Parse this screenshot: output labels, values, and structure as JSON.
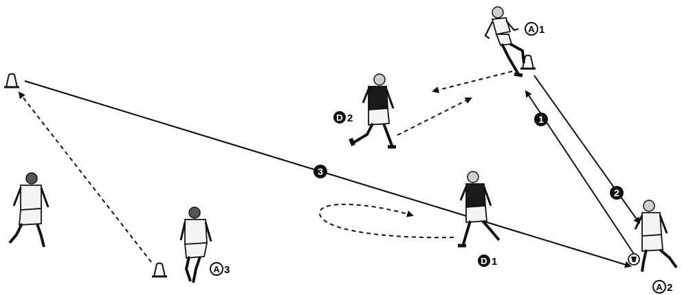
{
  "players": {
    "a1": {
      "letter": "A",
      "number": "1"
    },
    "a2": {
      "letter": "A",
      "number": "2"
    },
    "a3": {
      "letter": "A",
      "number": "3"
    },
    "d1": {
      "letter": "D",
      "number": "1"
    },
    "d2": {
      "letter": "D",
      "number": "2"
    }
  },
  "steps": {
    "one": "1",
    "two": "2",
    "three": "3"
  },
  "colors": {
    "ink": "#111111",
    "kit_white": "#f4f4f4",
    "kit_black": "#1a1a1a",
    "skin": "#cfcfcf",
    "cone": "#ffffff"
  },
  "icons": [
    "cone-icon",
    "ball-icon",
    "player-icon"
  ]
}
